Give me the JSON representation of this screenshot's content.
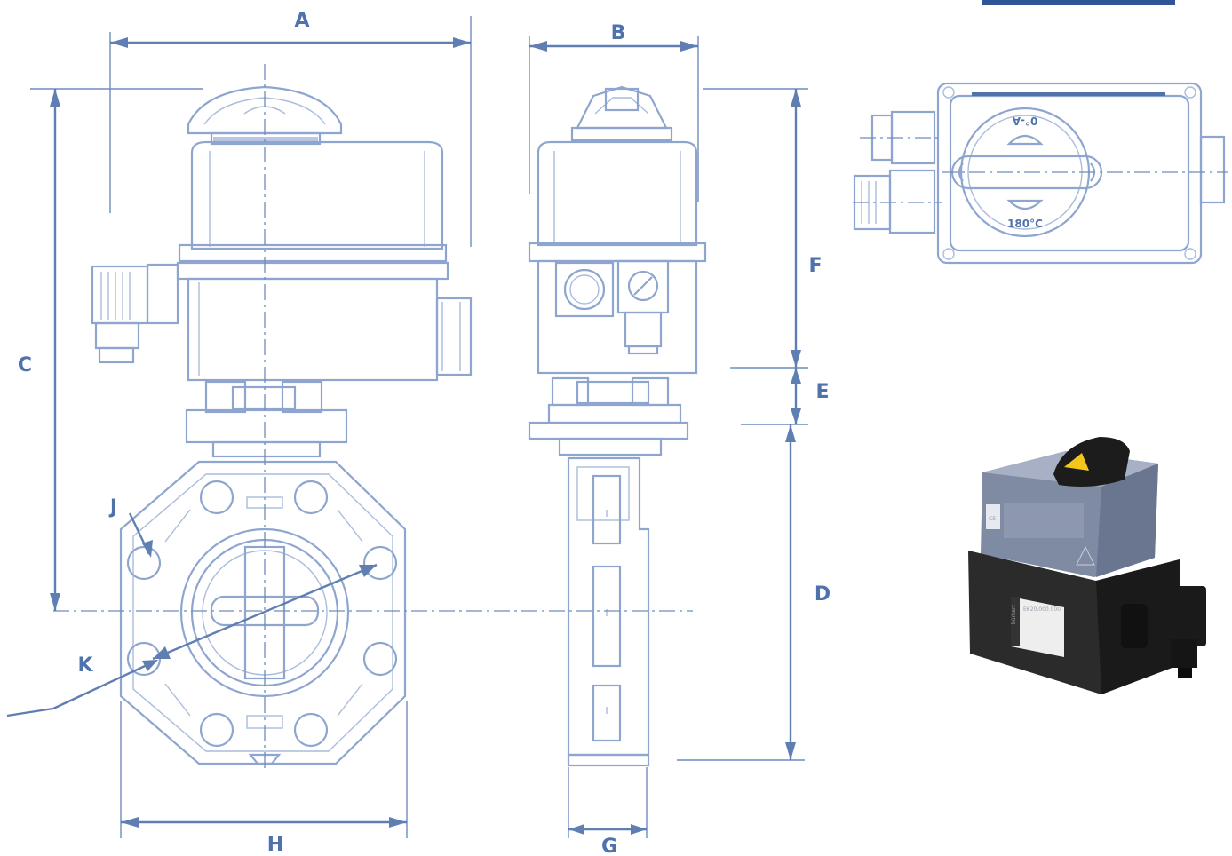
{
  "labels": {
    "A": "A",
    "B": "B",
    "C": "C",
    "D": "D",
    "E": "E",
    "F": "F",
    "G": "G",
    "H": "H",
    "J": "J",
    "K": "K"
  },
  "top_view": {
    "label_top": "0°-A",
    "label_bottom": "180°C"
  },
  "photo": {
    "brand": "bürkert",
    "ce_mark": "CE",
    "plate_code": "EK20.000.000"
  },
  "colors": {
    "line": "#8ea6cf",
    "dimension": "#5f7fb3",
    "label": "#4f71ac",
    "tab": "#2f5597",
    "housing": "#7f8aa3",
    "base": "#2b2b2b"
  }
}
